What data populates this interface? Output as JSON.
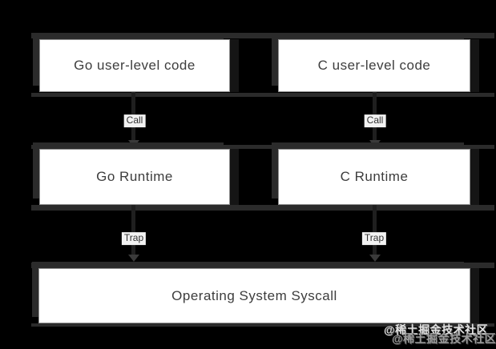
{
  "diagram": {
    "nodes": [
      {
        "id": "go-user-level-code",
        "label": "Go user-level code"
      },
      {
        "id": "c-user-level-code",
        "label": "C user-level code"
      },
      {
        "id": "go-runtime",
        "label": "Go Runtime"
      },
      {
        "id": "c-runtime",
        "label": "C Runtime"
      },
      {
        "id": "os-syscall",
        "label": "Operating System Syscall"
      }
    ],
    "edges": [
      {
        "from": "go-user-level-code",
        "to": "go-runtime",
        "label": "Call",
        "direction": "down"
      },
      {
        "from": "c-user-level-code",
        "to": "c-runtime",
        "label": "Call",
        "direction": "down"
      },
      {
        "from": "go-runtime",
        "to": "os-syscall",
        "label": "Trap",
        "direction": "down"
      },
      {
        "from": "c-runtime",
        "to": "os-syscall",
        "label": "Trap",
        "direction": "down"
      }
    ],
    "colors": {
      "background": "#000000",
      "node_fill": "#ffffff",
      "node_border": "#8f8f8f",
      "node_text": "#3d3d3d",
      "row_shadow": "#2b2b2b",
      "edge_line": "#1f1f1f",
      "arrowhead": "#3a3a3a",
      "edge_label_bg": "#f2f2f2",
      "edge_label_text": "#333333"
    }
  },
  "watermark": {
    "line1": "@稀土掘金技术社区",
    "line2": "@稀土掘金技术社区"
  }
}
